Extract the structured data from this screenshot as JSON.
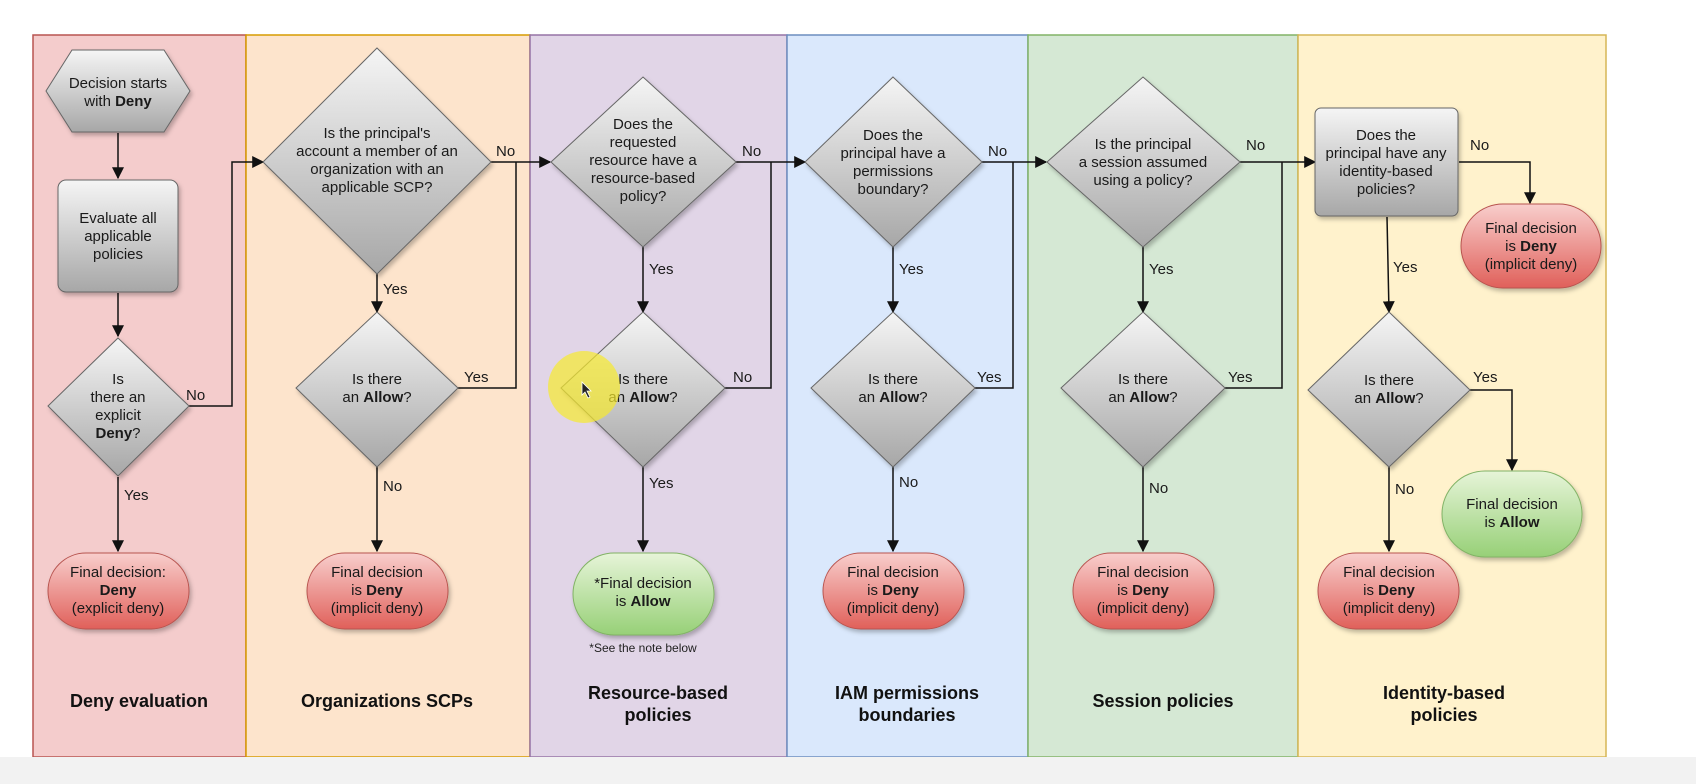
{
  "colors": {
    "lanes": {
      "deny": {
        "fill": "#f4cccc",
        "stroke": "#b85450"
      },
      "orgs": {
        "fill": "#fde4cc",
        "stroke": "#d79b00"
      },
      "resource": {
        "fill": "#e1d5e7",
        "stroke": "#9673a6"
      },
      "boundary": {
        "fill": "#dae8fc",
        "stroke": "#6c8ebf"
      },
      "session": {
        "fill": "#d5e8d4",
        "stroke": "#82b366"
      },
      "identity": {
        "fill": "#fff2cc",
        "stroke": "#d6b656"
      }
    },
    "process": {
      "top": "#f5f5f5",
      "bottom": "#a7a7a7",
      "stroke": "#666666"
    },
    "deny_terminal": {
      "top": "#f8cecc",
      "bottom": "#e0605a",
      "stroke": "#b85450"
    },
    "allow_terminal": {
      "top": "#e6f4d8",
      "bottom": "#97d077",
      "stroke": "#82b366"
    },
    "cursor_highlight": "#f7ea2e"
  },
  "lanes": [
    {
      "key": "deny",
      "title": [
        "Deny evaluation"
      ]
    },
    {
      "key": "orgs",
      "title": [
        "Organizations SCPs"
      ]
    },
    {
      "key": "resource",
      "title": [
        "Resource-based",
        "policies"
      ]
    },
    {
      "key": "boundary",
      "title": [
        "IAM permissions",
        "boundaries"
      ]
    },
    {
      "key": "session",
      "title": [
        "Session policies"
      ]
    },
    {
      "key": "identity",
      "title": [
        "Identity-based",
        "policies"
      ]
    }
  ],
  "nodes": {
    "start": {
      "lines": [
        [
          {
            "t": "Decision starts"
          }
        ],
        [
          {
            "t": "with "
          },
          {
            "t": "Deny",
            "b": true
          }
        ]
      ]
    },
    "evaluate": {
      "lines": [
        [
          {
            "t": "Evaluate all"
          }
        ],
        [
          {
            "t": "applicable"
          }
        ],
        [
          {
            "t": "policies"
          }
        ]
      ]
    },
    "explicit_deny_q": {
      "lines": [
        [
          {
            "t": "Is"
          }
        ],
        [
          {
            "t": "there an"
          }
        ],
        [
          {
            "t": "explicit"
          }
        ],
        [
          {
            "t": "Deny",
            "b": true
          },
          {
            "t": "?"
          }
        ]
      ]
    },
    "final_explicit_deny": {
      "lines": [
        [
          {
            "t": "Final decision:"
          }
        ],
        [
          {
            "t": "Deny",
            "b": true
          }
        ],
        [
          {
            "t": "(explicit deny)"
          }
        ]
      ]
    },
    "scp_q": {
      "lines": [
        [
          {
            "t": "Is the principal's"
          }
        ],
        [
          {
            "t": "account a member of an"
          }
        ],
        [
          {
            "t": "organization with an"
          }
        ],
        [
          {
            "t": "applicable SCP?"
          }
        ]
      ]
    },
    "scp_allow_q": {
      "lines": [
        [
          {
            "t": "Is there"
          }
        ],
        [
          {
            "t": "an "
          },
          {
            "t": "Allow",
            "b": true
          },
          {
            "t": "?"
          }
        ]
      ]
    },
    "scp_deny": {
      "lines": [
        [
          {
            "t": "Final decision"
          }
        ],
        [
          {
            "t": "is "
          },
          {
            "t": "Deny",
            "b": true
          }
        ],
        [
          {
            "t": "(implicit deny)"
          }
        ]
      ]
    },
    "rb_q": {
      "lines": [
        [
          {
            "t": "Does the"
          }
        ],
        [
          {
            "t": "requested"
          }
        ],
        [
          {
            "t": "resource have a"
          }
        ],
        [
          {
            "t": "resource-based"
          }
        ],
        [
          {
            "t": "policy?"
          }
        ]
      ]
    },
    "rb_allow_q": {
      "lines": [
        [
          {
            "t": "Is there"
          }
        ],
        [
          {
            "t": "an "
          },
          {
            "t": "Allow",
            "b": true
          },
          {
            "t": "?"
          }
        ]
      ]
    },
    "rb_allow": {
      "lines": [
        [
          {
            "t": "*Final decision"
          }
        ],
        [
          {
            "t": "is "
          },
          {
            "t": "Allow",
            "b": true
          }
        ]
      ]
    },
    "pb_q": {
      "lines": [
        [
          {
            "t": "Does the"
          }
        ],
        [
          {
            "t": "principal have a"
          }
        ],
        [
          {
            "t": "permissions"
          }
        ],
        [
          {
            "t": "boundary?"
          }
        ]
      ]
    },
    "pb_allow_q": {
      "lines": [
        [
          {
            "t": "Is there"
          }
        ],
        [
          {
            "t": "an "
          },
          {
            "t": "Allow",
            "b": true
          },
          {
            "t": "?"
          }
        ]
      ]
    },
    "pb_deny": {
      "lines": [
        [
          {
            "t": "Final decision"
          }
        ],
        [
          {
            "t": "is "
          },
          {
            "t": "Deny",
            "b": true
          }
        ],
        [
          {
            "t": "(implicit deny)"
          }
        ]
      ]
    },
    "sp_q": {
      "lines": [
        [
          {
            "t": "Is the principal"
          }
        ],
        [
          {
            "t": "a session assumed"
          }
        ],
        [
          {
            "t": "using a policy?"
          }
        ]
      ]
    },
    "sp_allow_q": {
      "lines": [
        [
          {
            "t": "Is there"
          }
        ],
        [
          {
            "t": "an "
          },
          {
            "t": "Allow",
            "b": true
          },
          {
            "t": "?"
          }
        ]
      ]
    },
    "sp_deny": {
      "lines": [
        [
          {
            "t": "Final decision"
          }
        ],
        [
          {
            "t": "is "
          },
          {
            "t": "Deny",
            "b": true
          }
        ],
        [
          {
            "t": "(implicit deny)"
          }
        ]
      ]
    },
    "ib_q": {
      "lines": [
        [
          {
            "t": "Does the"
          }
        ],
        [
          {
            "t": "principal have any"
          }
        ],
        [
          {
            "t": "identity-based"
          }
        ],
        [
          {
            "t": "policies?"
          }
        ]
      ]
    },
    "ib_deny_top": {
      "lines": [
        [
          {
            "t": "Final decision"
          }
        ],
        [
          {
            "t": "is "
          },
          {
            "t": "Deny",
            "b": true
          }
        ],
        [
          {
            "t": "(implicit deny)"
          }
        ]
      ]
    },
    "ib_allow_q": {
      "lines": [
        [
          {
            "t": "Is there"
          }
        ],
        [
          {
            "t": "an "
          },
          {
            "t": "Allow",
            "b": true
          },
          {
            "t": "?"
          }
        ]
      ]
    },
    "ib_allow": {
      "lines": [
        [
          {
            "t": "Final decision"
          }
        ],
        [
          {
            "t": "is "
          },
          {
            "t": "Allow",
            "b": true
          }
        ]
      ]
    },
    "ib_deny": {
      "lines": [
        [
          {
            "t": "Final decision"
          }
        ],
        [
          {
            "t": "is "
          },
          {
            "t": "Deny",
            "b": true
          }
        ],
        [
          {
            "t": "(implicit deny)"
          }
        ]
      ]
    }
  },
  "edge_labels": {
    "yes": "Yes",
    "no": "No"
  },
  "note": "*See the note below"
}
